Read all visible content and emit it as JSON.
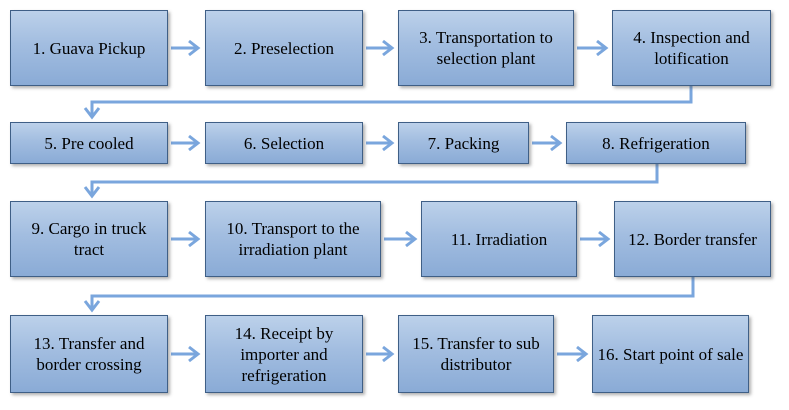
{
  "colors": {
    "box_fill_top": "#bcd1ea",
    "box_fill_bottom": "#8aabd6",
    "box_border": "#3f5f86",
    "arrow": "#7aa6dd",
    "text": "#000000"
  },
  "steps": [
    {
      "label": "1. Guava Pickup"
    },
    {
      "label": "2. Preselection"
    },
    {
      "label": "3. Transportation to selection plant"
    },
    {
      "label": "4. Inspection and lotification"
    },
    {
      "label": "5. Pre cooled"
    },
    {
      "label": "6. Selection"
    },
    {
      "label": "7. Packing"
    },
    {
      "label": "8. Refrigeration"
    },
    {
      "label": "9. Cargo in truck tract"
    },
    {
      "label": "10. Transport to the irradiation plant"
    },
    {
      "label": "11. Irradiation"
    },
    {
      "label": "12. Border transfer"
    },
    {
      "label": "13. Transfer and border crossing"
    },
    {
      "label": "14. Receipt by importer and refrigeration"
    },
    {
      "label": "15. Transfer to sub distributor"
    },
    {
      "label": "16. Start point of sale"
    }
  ]
}
